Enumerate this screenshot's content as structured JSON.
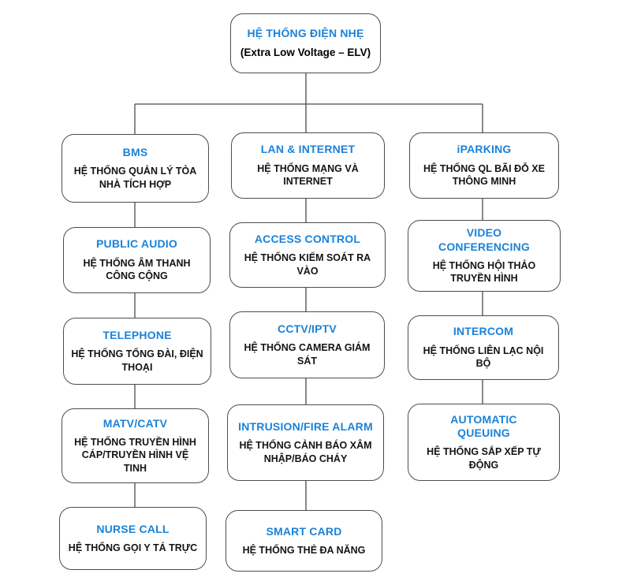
{
  "diagram_title": "HỆ THỐNG ĐIỆN NHẸ",
  "colors": {
    "accent": "#1a82d9",
    "line": "#4a4a4a",
    "border": "#4d4d4d",
    "body_text": "#141414"
  },
  "nodes": {
    "root": {
      "title": "HỆ THỐNG ĐIỆN NHẸ",
      "subtitle": "(Extra Low Voltage – ELV)"
    },
    "bms": {
      "title": "BMS",
      "subtitle": "HỆ THỐNG QUẢN LÝ TÒA NHÀ TÍCH HỢP"
    },
    "public_audio": {
      "title": "PUBLIC AUDIO",
      "subtitle": "HỆ THỐNG ÂM THANH CÔNG CỘNG"
    },
    "telephone": {
      "title": "TELEPHONE",
      "subtitle": "HỆ THỐNG TỔNG ĐÀI, ĐIỆN THOẠI"
    },
    "matv_catv": {
      "title": "MATV/CATV",
      "subtitle": "HỆ THỐNG TRUYỀN HÌNH CÁP/TRUYỀN HÌNH VỆ TINH"
    },
    "nurse_call": {
      "title": "NURSE CALL",
      "subtitle": "HỆ THỐNG GỌI Y TÁ TRỰC"
    },
    "lan_internet": {
      "title": "LAN & INTERNET",
      "subtitle": "HỆ THỐNG MẠNG VÀ INTERNET"
    },
    "access_control": {
      "title": "ACCESS CONTROL",
      "subtitle": "HỆ THỐNG KIỂM SOÁT RA VÀO"
    },
    "cctv_iptv": {
      "title": "CCTV/IPTV",
      "subtitle": "HỆ THỐNG CAMERA GIÁM SÁT"
    },
    "intrusion_fire_alarm": {
      "title": "INTRUSION/FIRE ALARM",
      "subtitle": "HỆ THỐNG CẢNH BÁO XÂM NHẬP/BÁO CHÁY"
    },
    "smart_card": {
      "title": "SMART CARD",
      "subtitle": "HỆ THỐNG THẺ ĐA NĂNG"
    },
    "iparking": {
      "title": "iPARKING",
      "subtitle": "HỆ THỐNG QL BÃI ĐỖ XE THÔNG MINH"
    },
    "video_conferencing": {
      "title": "VIDEO CONFERENCING",
      "subtitle": "HỆ THỐNG HỘI THẢO TRUYỀN HÌNH"
    },
    "intercom": {
      "title": "INTERCOM",
      "subtitle": "HỆ THỐNG LIÊN LẠC NỘI BỘ"
    },
    "automatic_queuing": {
      "title": "AUTOMATIC QUEUING",
      "subtitle": "HỆ THỐNG SẮP XẾP TỰ ĐỘNG"
    }
  }
}
